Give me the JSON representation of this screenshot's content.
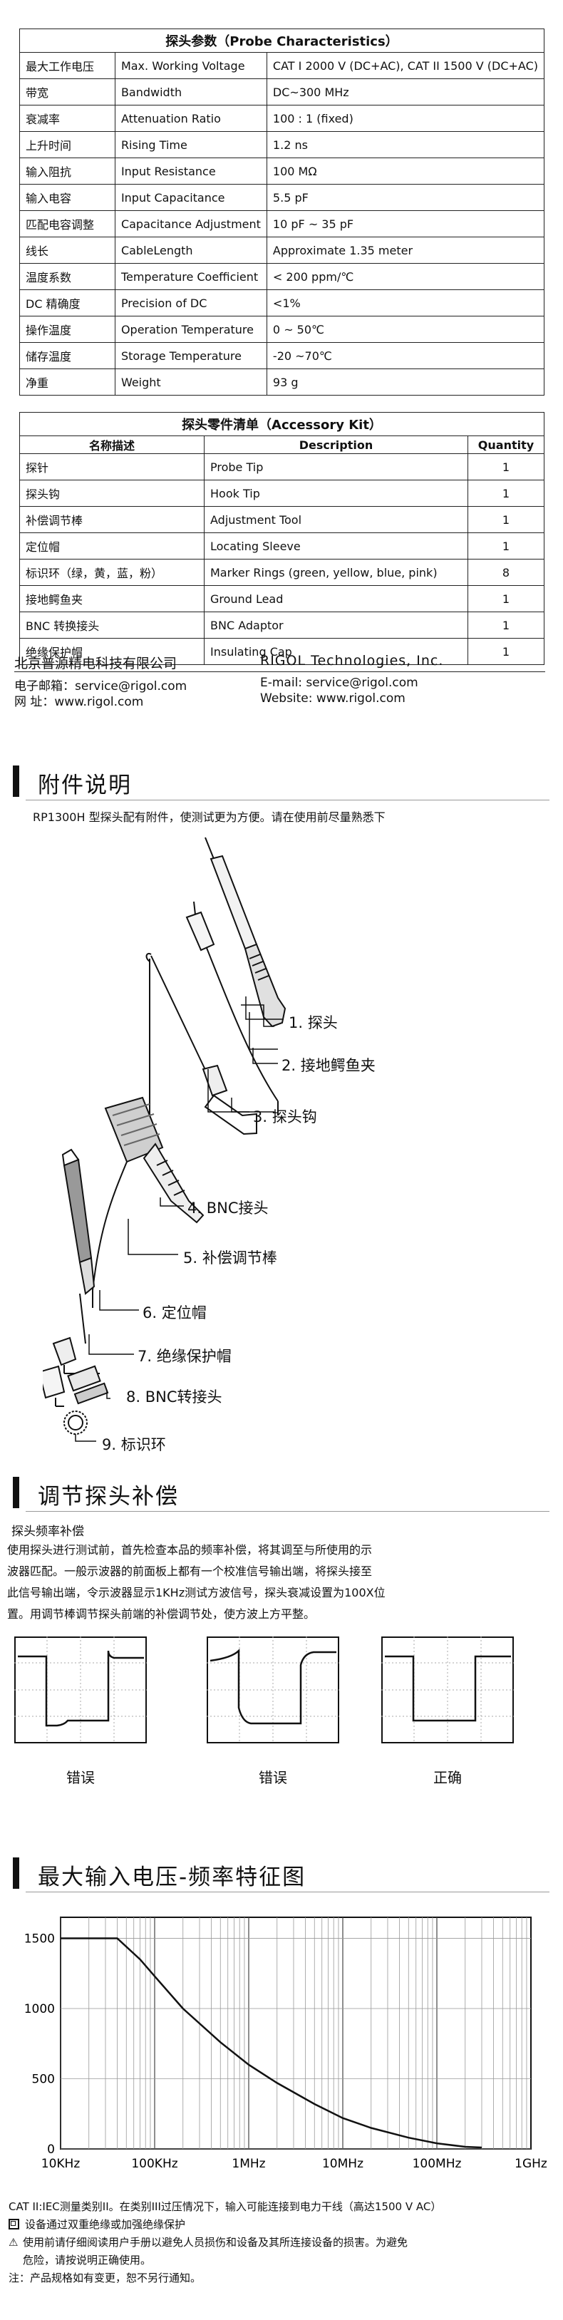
{
  "probe_table": {
    "title": "探头参数（Probe Characteristics）",
    "rows": [
      [
        "最大工作电压",
        "Max. Working Voltage",
        "CAT I 2000 V (DC+AC), CAT II 1500 V (DC+AC)"
      ],
      [
        "带宽",
        "Bandwidth",
        "DC~300 MHz"
      ],
      [
        "衰减率",
        "Attenuation  Ratio",
        "100 : 1 (fixed)"
      ],
      [
        "上升时间",
        "Rising Time",
        "1.2 ns"
      ],
      [
        "输入阻抗",
        "Input Resistance",
        "100 MΩ"
      ],
      [
        "输入电容",
        "Input Capacitance",
        "5.5 pF"
      ],
      [
        "匹配电容调整",
        "Capacitance Adjustment",
        "10 pF ~ 35 pF"
      ],
      [
        "线长",
        "CableLength",
        "Approximate 1.35 meter"
      ],
      [
        "温度系数",
        "Temperature Coefficient",
        "< 200 ppm/℃"
      ],
      [
        "DC 精确度",
        "Precision of DC",
        "<1%"
      ],
      [
        "操作温度",
        "Operation Temperature",
        "0 ~ 50℃"
      ],
      [
        "储存温度",
        "Storage Temperature",
        "-20 ~70℃"
      ],
      [
        "净重",
        "Weight",
        "93 g"
      ]
    ]
  },
  "accessory_table": {
    "title": "探头零件清单（Accessory Kit）",
    "headers": [
      "名称描述",
      "Description",
      "Quantity"
    ],
    "rows": [
      [
        "探针",
        "Probe Tip",
        "1"
      ],
      [
        "探头钩",
        "Hook Tip",
        "1"
      ],
      [
        "补偿调节棒",
        "Adjustment Tool",
        "1"
      ],
      [
        "定位帽",
        "Locating Sleeve",
        "1"
      ],
      [
        "标识环（绿，黄，蓝，粉）",
        "Marker Rings (green, yellow, blue, pink)",
        "8"
      ],
      [
        "接地鳄鱼夹",
        "Ground Lead",
        "1"
      ],
      [
        "BNC 转换接头",
        "BNC Adaptor",
        "1"
      ],
      [
        "绝缘保护帽",
        "Insulating Cap",
        "1"
      ]
    ]
  },
  "company": {
    "name_cn": "北京普源精电科技有限公司",
    "name_en": "RIGOL Technologies, Inc.",
    "email_cn": "电子邮箱：service@rigol.com",
    "web_cn": "网    址：www.rigol.com",
    "email_en": "E-mail: service@rigol.com",
    "web_en": "Website: www.rigol.com"
  },
  "accessories_section": {
    "title": "附件说明",
    "intro": "RP1300H 型探头配有附件，使测试更为方便。请在使用前尽量熟悉下",
    "labels": [
      "1. 探头",
      "2. 接地鳄鱼夹",
      "3. 探头钩",
      "4. BNC接头",
      "5. 补偿调节棒",
      "6. 定位帽",
      "7. 绝缘保护帽",
      "8. BNC转接头",
      "9. 标识环"
    ]
  },
  "compensation_section": {
    "title": "调节探头补偿",
    "subtitle": "探头频率补偿",
    "lines": [
      "使用探头进行测试前，首先检查本品的频率补偿，将其调至与所使用的示",
      "波器匹配。一般示波器的前面板上都有一个校准信号输出端，将探头接至",
      "此信号输出端，令示波器显示1KHz测试方波信号，探头衰减设置为100X位",
      "置。用调节棒调节探头前端的补偿调节处，使方波上方平整。"
    ],
    "captions": [
      "错误",
      "错误",
      "正确"
    ]
  },
  "derating_section": {
    "title": "最大输入电压-频率特征图"
  },
  "chart_data": {
    "type": "line",
    "title": "",
    "xlabel": "",
    "ylabel": "",
    "x_scale": "log",
    "x_ticks": [
      "10KHz",
      "100KHz",
      "1MHz",
      "10MHz",
      "100MHz",
      "1GHz"
    ],
    "y_ticks": [
      0,
      500,
      1000,
      1500
    ],
    "ylim": [
      0,
      1650
    ],
    "series": [
      {
        "x_hz": [
          10000,
          40000,
          70000,
          100000,
          200000,
          500000,
          1000000,
          2000000,
          5000000,
          10000000,
          20000000,
          50000000,
          100000000,
          200000000,
          300000000
        ],
        "y_v": [
          1500,
          1500,
          1350,
          1230,
          1000,
          760,
          600,
          470,
          320,
          220,
          150,
          80,
          40,
          15,
          10
        ]
      }
    ]
  },
  "notes": [
    "CAT II:IEC测量类别II。在类别III过压情况下，输入可能连接到电力干线（高达1500 V AC）",
    "设备通过双重绝缘或加强绝缘保护",
    "使用前请仔细阅读用户手册以避免人员损伤和设备及其所连接设备的损害。为避免",
    "危险，请按说明正确使用。",
    "注：产品规格如有变更，恕不另行通知。"
  ]
}
